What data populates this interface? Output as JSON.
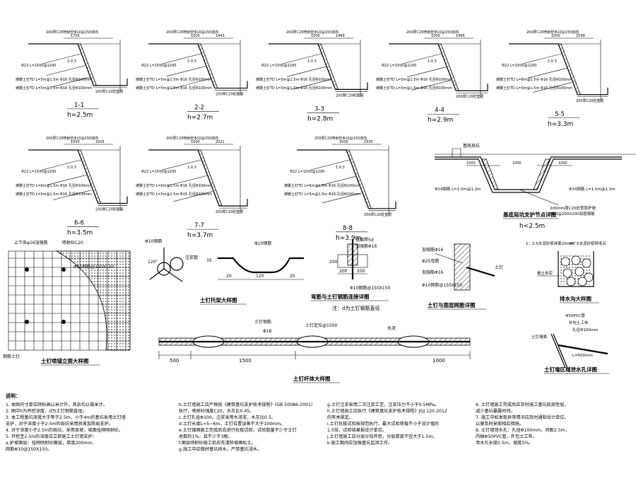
{
  "sections": [
    {
      "id": "1-1",
      "label": "1-1",
      "h": "h=2.5m",
      "shotcrete": "200厚C20喷射砼Φ10@150双向",
      "dims": [
        "1700"
      ],
      "nail_top": "Φ22 L=1500@1200",
      "nail_mid": "坡脚土钉TD L=5m@1.5m Φ16 孔径Φ100mm",
      "nail_bot": "坡脚土钉TD L=5m@1.5m Φ16 孔径Φ100mm",
      "slope": "1:0.3",
      "base": "200厚C20砼垫层"
    },
    {
      "id": "2-2",
      "label": "2-2",
      "h": "h=2.7m",
      "shotcrete": "200厚C20喷射砼Φ10@150双向",
      "dims": [
        "1000",
        "1443"
      ],
      "nail_top": "Φ22 L=1500@1200",
      "nail_mid": "坡脚土钉TD L=5m@1.5m Φ16 孔径Φ100mm",
      "nail_bot": "坡脚土钉TD L=5m@1.5m Φ16 孔径Φ100mm",
      "slope": "1:0.3",
      "base": "200厚C20砼垫层"
    },
    {
      "id": "3-3",
      "label": "3-3",
      "h": "h=2.8m",
      "shotcrete": "200厚C20喷射砼Φ10@150双向",
      "dims": [
        "1000",
        "1469"
      ],
      "nail_top": "Φ22 L=1500@1200",
      "nail_mid": "坡脚土钉TD L=5m@1.5m Φ16 孔径Φ100mm",
      "nail_bot": "坡脚土钉TD L=5m@1.5m Φ16 孔径Φ100mm",
      "slope": "1:0.3",
      "base": "200厚C20砼垫层"
    },
    {
      "id": "4-4",
      "label": "4-4",
      "h": "h=2.9m",
      "shotcrete": "200厚C20喷射砼Φ10@150双向",
      "dims": [
        "1000",
        "1495"
      ],
      "nail_top": "Φ22 L=1500@1200",
      "nail_mid": "坡脚土钉TD L=5m@1.5m Φ16 孔径Φ100mm",
      "nail_bot": "坡脚土钉TD L=5m@1.5m Φ16 孔径Φ100mm",
      "slope": "1:0.3",
      "base": "200厚C20砼垫层"
    },
    {
      "id": "5-5",
      "label": "5-5",
      "h": "h=3.3m",
      "shotcrete": "200厚C20喷射砼Φ10@150双向",
      "dims": [
        "1000",
        "1599"
      ],
      "nail_top": "Φ22 L=1500@1200",
      "nail_mid": "坡脚土钉TD L=6m@1.5m Φ16 孔径Φ100mm",
      "nail_bot": "坡脚土钉TD L=5m@1.5m Φ16 孔径Φ100mm",
      "slope": "1:0.3",
      "base": "200厚C20砼垫层"
    },
    {
      "id": "6-6",
      "label": "6-6",
      "h": "h=3.5m",
      "shotcrete": "200厚C20喷射砼Φ10@150双向",
      "dims": [
        "1000",
        "1605"
      ],
      "nail_top": "Φ22 L=1500@1200",
      "nail_mid": "坡脚土钉TD L=6m@1.5m Φ16 孔径Φ100mm",
      "nail_bot": "坡脚土钉TD L=5m@1.5m Φ16 孔径Φ100mm",
      "slope": "1:0.3",
      "base": "200厚C20砼垫层"
    },
    {
      "id": "7-7",
      "label": "7-7",
      "h": "h=3.7m",
      "shotcrete": "200厚C20喷射砼Φ10@150双向",
      "dims": [
        "1000",
        "2021"
      ],
      "nail_top": "Φ22 L=1500@1200",
      "nail_mid": "坡脚土钉TD L=6m@1.5m Φ16 孔径Φ100mm",
      "nail_bot": "坡脚土钉TD L=5m@1.5m Φ16 孔径Φ100mm",
      "slope": "1:0.3",
      "base": "200厚C20砼垫层"
    },
    {
      "id": "8-8",
      "label": "8-8",
      "h": "h=3.9m",
      "shotcrete": "200厚C20喷射砼Φ10@150双向",
      "dims": [
        "1000",
        "2335"
      ],
      "nail_top": "Φ22 L=1500@1200",
      "nail_mid": "坡脚土钉TD L=6m@1.5m Φ16 孔径Φ100mm",
      "nail_bot": "坡脚土钉TD L=5m@1.5m Φ16 孔径Φ100mm",
      "slope": "1:0.3",
      "base": "200厚C20砼垫层"
    }
  ],
  "pit_detail": {
    "title": "基底局坑支护节点详图",
    "h": "h<2.5m",
    "label_top": "基底局坑",
    "dims": [
      "1000",
      "1000",
      "1000"
    ],
    "nail_left": "Φ14钢筋 L=1.0m@1.2m",
    "nail_right": "Φ14钢筋 L=1.0m@1.2m",
    "bottom1": "200mm厚C20砼垫层护坡",
    "bottom2": "Φ10@200X200双层钢筋"
  },
  "facade": {
    "title": "土钉喷锚立面大样图",
    "top_label": "上下各φ16加强筋",
    "concrete": "喷射砼C20",
    "mesh": "Φ10网筋@150X150",
    "nail": "钢筋土钉"
  },
  "bracket": {
    "title": "土钉托架大样图",
    "bar_label": "Φ10钢筋",
    "bar_label2": "Φ10钢筋",
    "nail_label": "注浆管",
    "angle": "120°",
    "dims": [
      "20",
      "120",
      "20"
    ],
    "height": "35"
  },
  "bend_detail": {
    "title": "弯筋与土钉钢筋连接详图",
    "note": "注：d为土钉钢筋直径",
    "weld": "双面焊5d",
    "bar1": "加强筋Φ16",
    "bar2": "Φ10网筋@150X150",
    "dims": [
      "200",
      "200",
      "200"
    ]
  },
  "mesh_detail": {
    "title": "土钉与面层网筋详图",
    "l1": "加强筋Φ16",
    "l2": "Φ25弯筋",
    "l3": "加强筋Φ16",
    "l4": "Φ10网筋@150X150",
    "nail": "土钉"
  },
  "drain": {
    "title": "排水沟大样图",
    "l1": "1：2.5水泥砂浆抹面20mm",
    "l2": "M7.5水泥砂浆砌毛石",
    "l3": "素土夯实"
  },
  "drain_hole": {
    "title": "土钉墙区域泄水孔详图",
    "l1": "Φ50PVC管",
    "l2": "外包土工布",
    "l3": "孔径Φ100mm",
    "l4": "L=500mm",
    "l5": "土钉墙面"
  },
  "nail_body": {
    "title": "土钉杆体大样图",
    "l1": "土钉钢筋",
    "l2": "Φ18",
    "l3": "土钉定位@1500",
    "l4": "水泥",
    "dims": [
      "500",
      "1500",
      "1000"
    ]
  },
  "notes": {
    "title": "说明：",
    "col1": [
      "1. 本图尺寸单位除标高以米计外，其余均以毫米计。",
      "2. 图中h为开挖深度，d为土钉钢筋直径。",
      "3. 本工程基坑深度大于等于2.5m，小于4m的基坑采用土钉墙",
      "   支护，对于深度小于2.5m的局坑采用放坡加简易支护。",
      "4. 对于深度小于2.5m的局坑，采用放坡，坡面挂网喷射砼。",
      "5. 开挖至2.5m的深度应立即施工土钉墙支护：",
      "   a.护坡面层：挂网喷射砼面层，厚度200mm，",
      "   网筋Φ10@150X150。"
    ],
    "col2": [
      "b.土钉墙施工应严格按《建筑基坑支护技术规程》(GB 50086-2001)",
      "  执行，喷射砼强度C20，水灰比0.45。",
      "c.土钉孔径Φ100，注浆采用水泥浆，水灰比0.5。",
      "d.土钉长度L=5~6m，土钉位置误差不大于100mm。",
      "e.土钉锚固施工完成后应进行抗拔试验，试验数量不少于土钉",
      "  总数的1%，且不少于3根。",
      "f.面层喷射砼施工前应先清除坡面松土。",
      "g.施工中应做好基坑排水，严禁基坑浸水。"
    ],
    "col3": [
      "g.土钉注浆采用二次注浆工艺，注浆压力不小于0.5MPa。",
      "h.土钉墙施工应执行《建筑基坑支护技术规程》JGJ 120-2012",
      "  的有关规定。",
      "i.土钉抗拔试验按规范执行，最大试验荷载不小于设计值的",
      "  1.5倍，试验结果报设计单位。",
      "j.土钉墙施工应分层分段开挖，分层厚度不宜大于1.5m。",
      "k.施工期间应加强基坑监测工作。"
    ],
    "col4": [
      "6. 土钉墙施工完成后应及时施工基坑底部垫层，",
      "   减少基坑暴露时间。",
      "7. 施工中如发现异常情况应及时通知设计单位，",
      "   以便及时采取相应措施。",
      "8. 土钉墙泄水孔：孔径Φ100mm，间距2.5m，",
      "   内插Φ50PVC管，外包土工布。",
      "   泄水孔长度0.5m，坡度5%。"
    ]
  }
}
